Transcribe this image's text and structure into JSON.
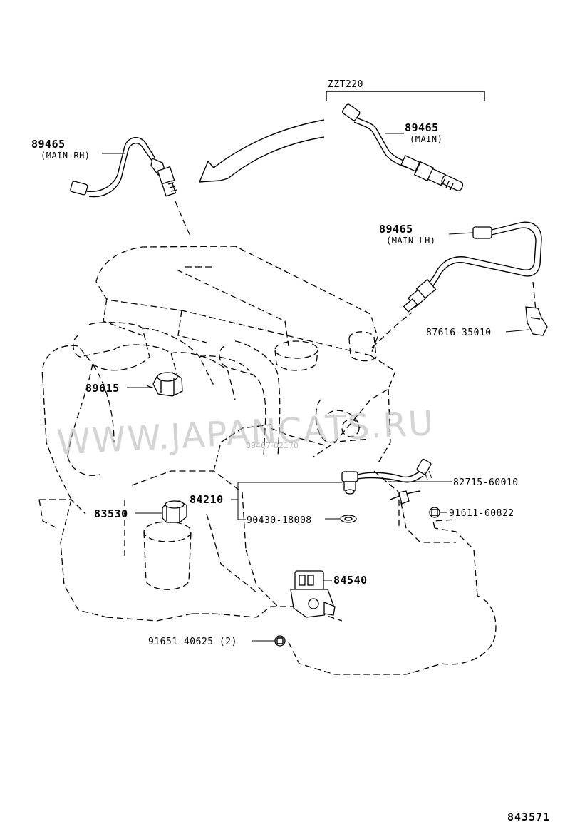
{
  "variant_label": "ZZT220",
  "parts": {
    "o2_main_rh": {
      "number": "89465",
      "qualifier": "(MAIN-RH)"
    },
    "o2_main": {
      "number": "89465",
      "qualifier": "(MAIN)"
    },
    "o2_main_lh": {
      "number": "89465",
      "qualifier": "(MAIN-LH)"
    },
    "clip": {
      "number": "87616-35010"
    },
    "knock_sensor": {
      "number": "89615"
    },
    "oil_pressure_switch": {
      "number": "83530"
    },
    "sensor_assy": {
      "number": "84210"
    },
    "gasket": {
      "number": "90430-18008"
    },
    "wire_harness": {
      "number": "82715-60010"
    },
    "bolt": {
      "number": "91611-60822"
    },
    "neutral_switch": {
      "number": "84540"
    },
    "bolt_qty": {
      "number": "91651-40625 (2)"
    }
  },
  "watermark": {
    "main": "WWW.JAPANCATS.RU",
    "small": "89467-02170"
  },
  "diagram_ref": "843571"
}
